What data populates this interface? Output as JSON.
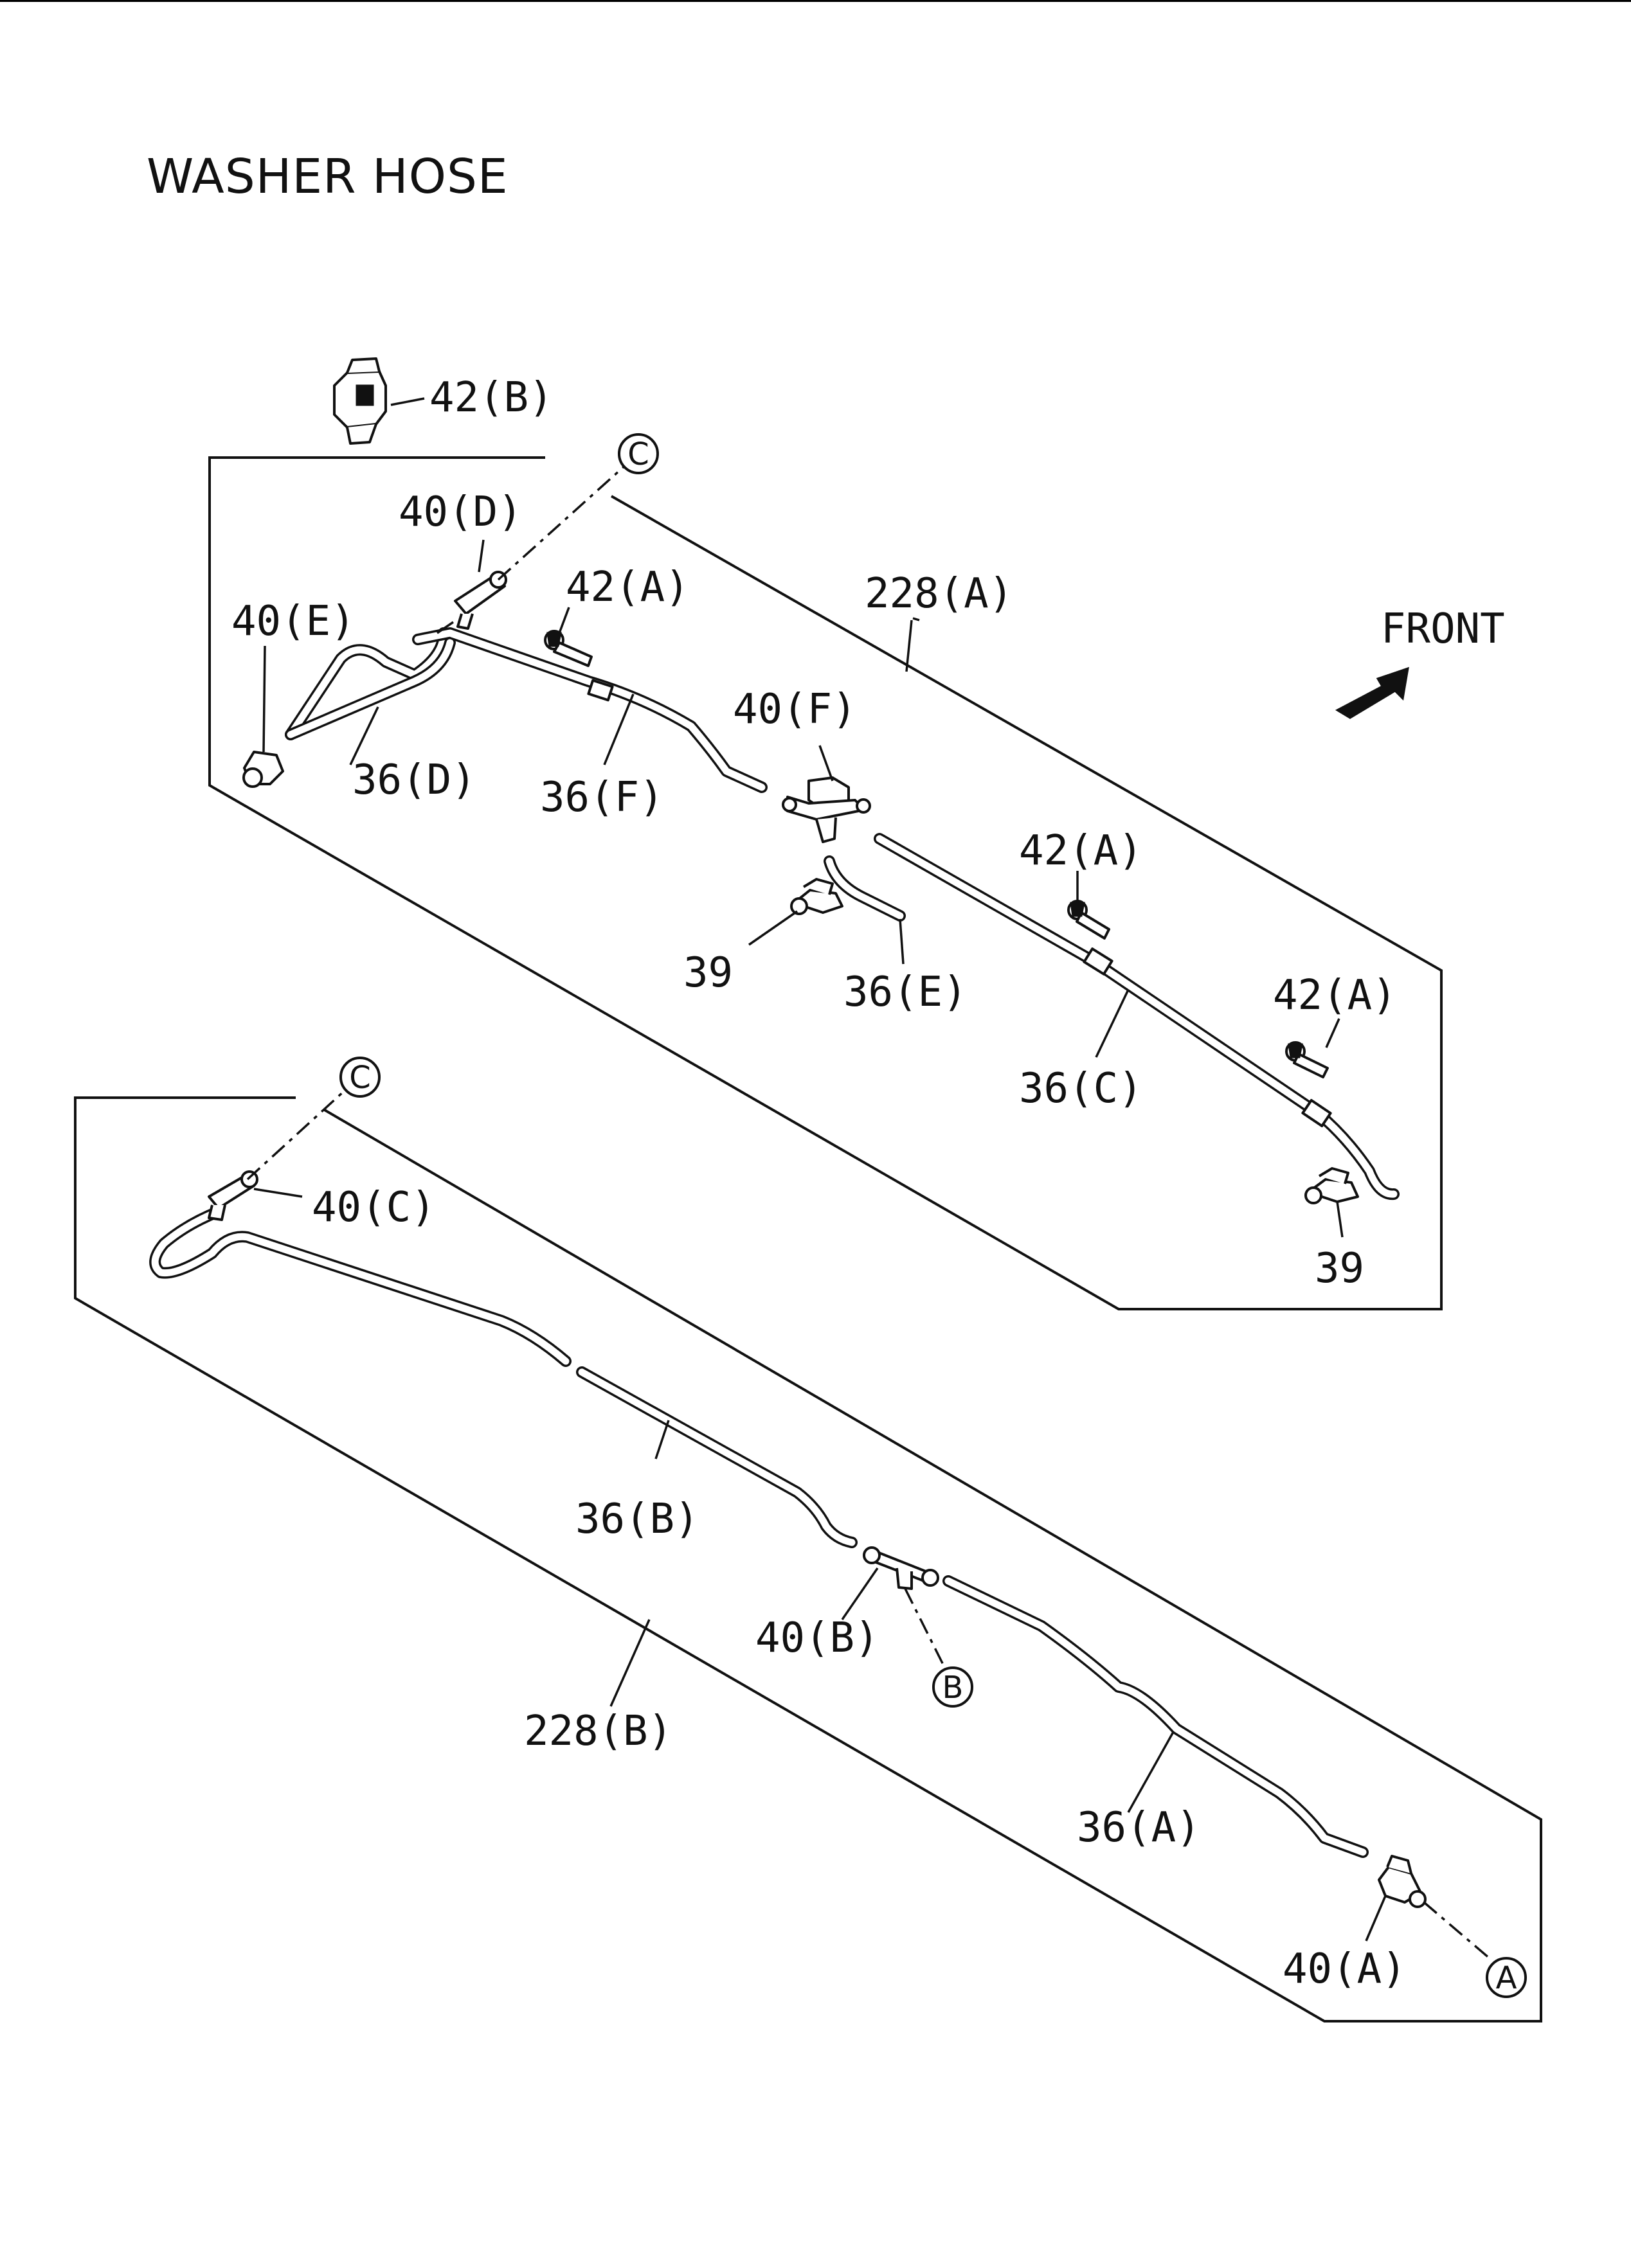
{
  "title": "WASHER HOSE",
  "front_label": "FRONT",
  "labels": {
    "p42b": "42(B)",
    "p40d": "40(D)",
    "p42a_1": "42(A)",
    "p228a": "228(A)",
    "p40e": "40(E)",
    "p40f": "40(F)",
    "p36d": "36(D)",
    "p36f": "36(F)",
    "p42a_2": "42(A)",
    "p39_1": "39",
    "p36e": "36(E)",
    "p42a_3": "42(A)",
    "p36c": "36(C)",
    "p39_2": "39",
    "p40c": "40(C)",
    "p36b": "36(B)",
    "p40b": "40(B)",
    "p228b": "228(B)",
    "p36a": "36(A)",
    "p40a": "40(A)"
  },
  "callouts": {
    "c_upper": "C",
    "c_lower": "C",
    "b": "B",
    "a": "A"
  }
}
